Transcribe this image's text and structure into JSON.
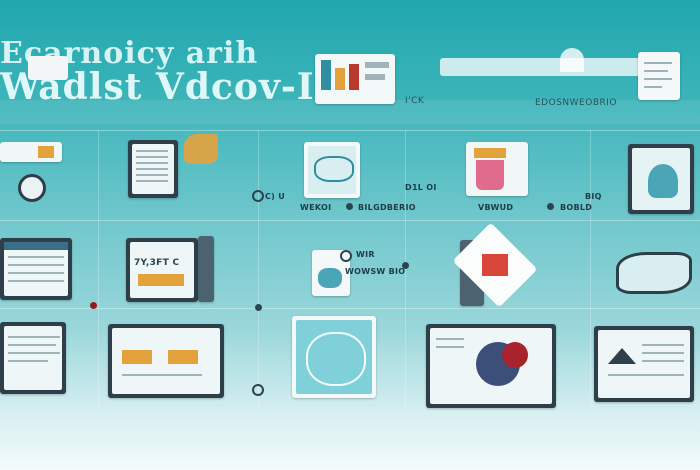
{
  "header": {
    "title_line1": "Ecarnoicy arih",
    "title_line2": "Wadlst Vdcov-Ic",
    "tag_left": "I'CK",
    "tag_right": "EDOSNWEOBRIO"
  },
  "captions": {
    "row1_a": "C) U",
    "row1_b": "WEKOI",
    "row1_c": "BILGDBERIO",
    "row1_d": "D1L OI",
    "row1_e": "BIQ",
    "row1_f": "VBWUD",
    "row1_g": "BOBLD",
    "row2_a": "WIR",
    "row2_b": "WOWSW BIO",
    "device_text": "7Y,3FT C"
  },
  "colors": {
    "accent": "#1fa7ad",
    "dark": "#2e3f4a",
    "orange": "#e4a23c",
    "red": "#b83a2e"
  }
}
